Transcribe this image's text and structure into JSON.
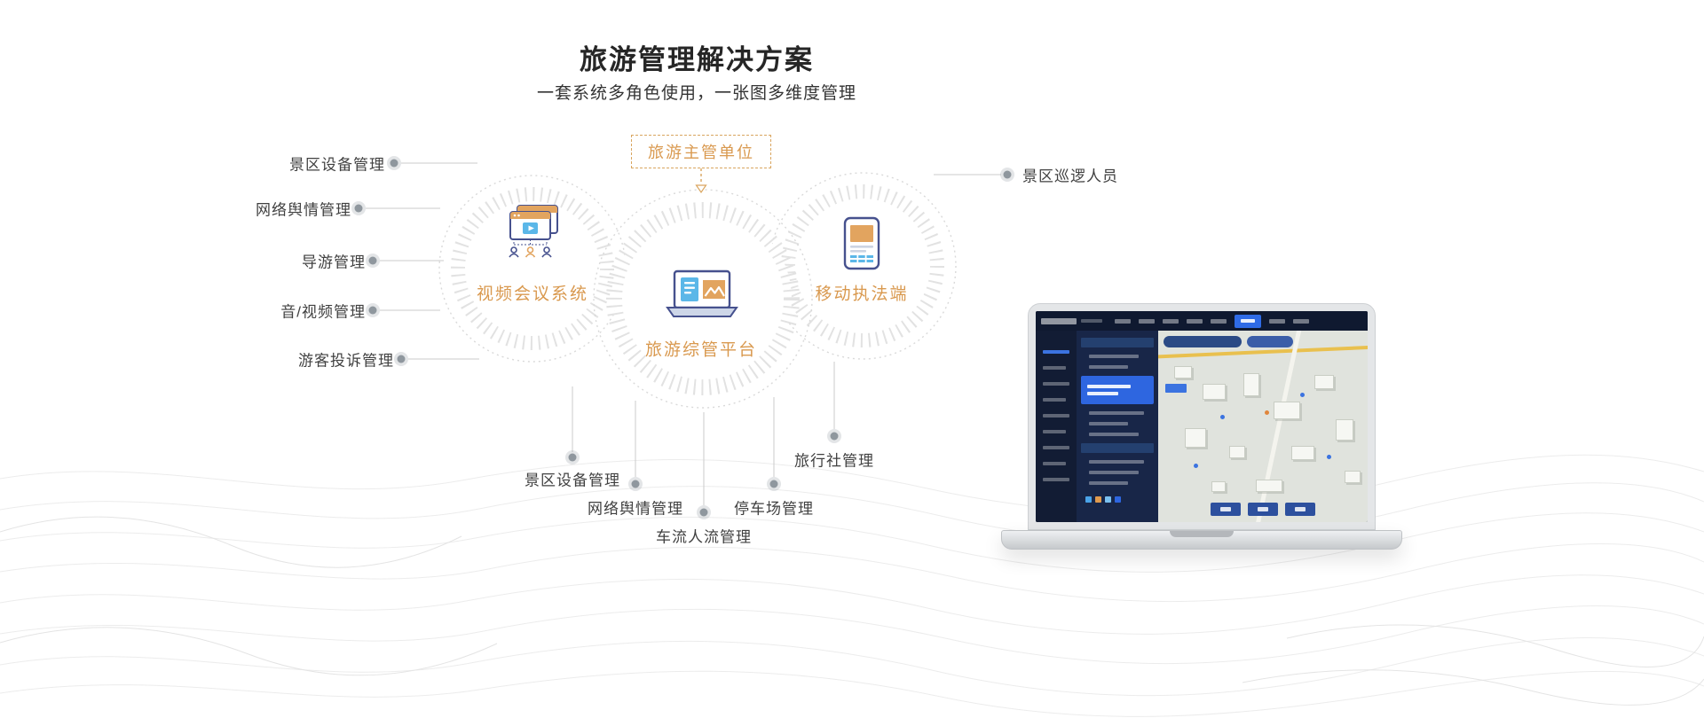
{
  "page": {
    "title": "旅游管理解决方案",
    "subtitle": "一套系统多角色使用，一张图多维度管理"
  },
  "diagram": {
    "authority_label": "旅游主管单位",
    "nodes": {
      "video_system": "视频会议系统",
      "platform": "旅游综管平台",
      "mobile_terminal": "移动执法端"
    },
    "left_labels": [
      "景区设备管理",
      "网络舆情管理",
      "导游管理",
      "音/视频管理",
      "游客投诉管理"
    ],
    "right_labels": [
      "景区巡逻人员"
    ],
    "bottom_labels": [
      "景区设备管理",
      "网络舆情管理",
      "车流人流管理",
      "停车场管理",
      "旅行社管理"
    ],
    "icons": {
      "video_system": "video-conference-icon",
      "platform": "laptop-dashboard-icon",
      "mobile_terminal": "smartphone-icon"
    }
  },
  "colors": {
    "accent_orange": "#D9994F",
    "icon_navy": "#46518E",
    "icon_blue": "#5BB7E8",
    "label_text": "#404040",
    "connector_gray": "#CBCBCB",
    "dot_gray": "#8F979E",
    "dashboard_bg": "#15203A",
    "dashboard_highlight": "#2F6BE6"
  },
  "laptop_mockup": {
    "content": "dark-dashboard-with-3d-map"
  }
}
